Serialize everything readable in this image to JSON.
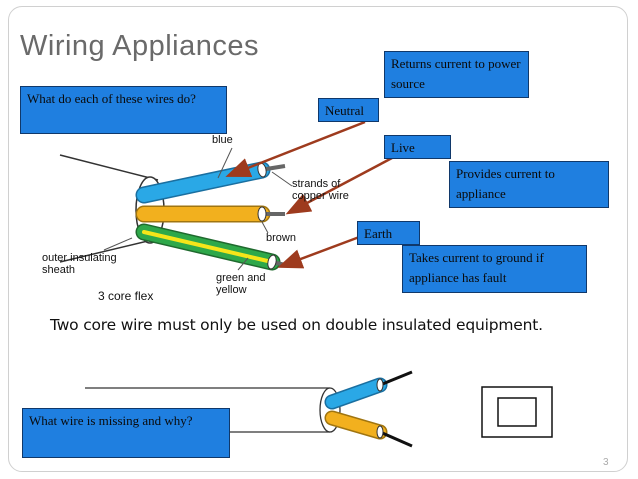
{
  "slide": {
    "title": "Wiring Appliances",
    "page_number": "3"
  },
  "callouts": {
    "question_wires": "What do each of these wires do?",
    "returns_current": "Returns current to power source",
    "neutral": "Neutral",
    "live": "Live",
    "provides_current": "Provides current to appliance",
    "earth": "Earth",
    "takes_current": "Takes current to ground if appliance has fault",
    "question_missing": "What wire is missing and why?"
  },
  "diagram": {
    "blue_label": "blue",
    "strands_label": "strands of copper wire",
    "brown_label": "brown",
    "green_yellow_label": "green and yellow",
    "sheath_label": "outer insulating sheath",
    "flex_label": "3 core flex"
  },
  "statement": "Two core wire must only be used on double insulated equipment.",
  "colors": {
    "callout_fill": "#1f7fe0",
    "arrow": "#9e3b1e",
    "wire_blue": "#2aa8e6",
    "wire_brown": "#f2b01e",
    "wire_earth_green": "#2ea84a",
    "wire_earth_yellow": "#f5e51a"
  },
  "icons": [
    "double-insulation-symbol-icon"
  ]
}
